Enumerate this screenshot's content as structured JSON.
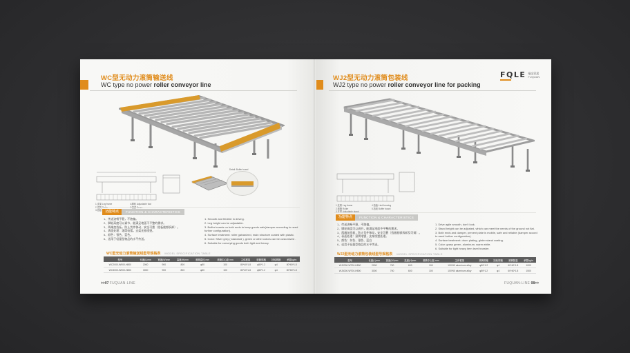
{
  "left": {
    "title_cn": "WC型无动力滚筒输送线",
    "title_en_plain": "WC type no power ",
    "title_en_bold": "roller conveyor line",
    "section_cn": "功能特点",
    "section_en": "FUNCTION & CHARACTERISTICS",
    "features_cn": [
      "1、传送流畅平稳，不跑偏。",
      "2、脚轮高度可以调节，能满足地面不平整的需求。",
      "3、两端加挡板，防止货件移动，安全可靠（挡板能够拆卸）。",
      "4、表面处理：滚筒电镀，支架无铁喷塑。",
      "5、颜色：银色、蓝色。",
      "6、适用于轻量型物品的水平传送。"
    ],
    "features_en": [
      "1. Smooth and flexible in driving.",
      "2. Leg height can be adjustable.",
      "3. Buffer boards on both ends to keep goods safe(damper according to need",
      "   further configuration).",
      "4. Surface treatment: roller galvanized, main structure coated with plastic.",
      "5. Color: Silver grey ( standard ), green or other colors can be customized .",
      "6. Suitable for conveying goods both light and heavy."
    ],
    "table_title_cn": "WC型无动力滚筒输送线型号规格表",
    "table_title_en": "MODEL SPECIFICATION TABLE",
    "table_headers": [
      "型号",
      "长度(L)mm",
      "宽度(W)mm",
      "高度(H)mm",
      "滚筒直径 mm",
      "滚筒中心距 mm",
      "主体框架",
      "滚筒规格",
      "挡轮规格",
      "承载kg/m"
    ],
    "table_rows": [
      [
        "WC2000-W900-H800",
        "2000",
        "900",
        "800",
        "φ50",
        "100",
        "80*40*1.8",
        "φ50*1.2",
        "φ4",
        "80*60*1.8"
      ],
      [
        "WC3000-W900-H800",
        "3000",
        "900",
        "800",
        "φ50",
        "100",
        "80*40*1.8",
        "φ50*1.2",
        "φ4",
        "80*60*1.8"
      ]
    ],
    "folio_num": ">>07",
    "folio_brand": "FUQUAN-LINE",
    "legend": [
      "1.支架 Leg frame",
      "2.滚筒 Roller",
      "3.挡板 Buffer board"
    ],
    "legend2": [
      "4.脚轮 Adjustable foot",
      "5.横梁 Beam"
    ],
    "detail_label": "Detail: Buffer board"
  },
  "right": {
    "title_cn": "WJ2型无动力滚筒包装线",
    "title_en_plain": "WJ2 type no power ",
    "title_en_bold": "roller conveyor line for packing",
    "logo_mark": "FQLE",
    "logo_sub_cn": "福全家居",
    "logo_sub_en": "FUQUAN",
    "section_cn": "功能特点",
    "section_en": "FUNCTION & CHARACTERISTICS",
    "features_cn": [
      "1、传送流畅平稳，不跑偏。",
      "2、脚轮高度可以调节，能满足地面不平整的需求。",
      "3、两端加挡板，防止货件移动，安全可靠（挡板能够拆卸及可调）。",
      "4、表面处理：滚筒电镀，支架喷塑处理。",
      "5、颜色：灰色、银色、蓝白",
      "6、适用于轻量型物品的水平传送。"
    ],
    "features_en": [
      "1. Drive agile smooth, don't look.",
      "2. Stand height can be adjusted, which can meet the needs of the ground not flat.",
      "3. Both ends and damper, prevent plate is mobile, safe and reliable (damper according",
      "   to need further configuration).",
      "4. Surface treatment: drum plating, girder stand coating.",
      "5. Color: grass green, aluminum, warm white.",
      "6. Suitable for light heavy item level transfer."
    ],
    "table_title_cn": "WJ2型无动力滚筒包装线型号规格表",
    "table_title_en": "MODEL SPECIFICATION TABLE",
    "table_headers": [
      "型号",
      "长度(L)mm",
      "宽度(W)mm",
      "高度(H)mm",
      "滚筒中心距 mm",
      "主体框架",
      "滚筒规格",
      "挡轮规格",
      "滚筒数量",
      "承载kg/m"
    ],
    "table_rows": [
      [
        "WJ2000-W700-H800",
        "2000",
        "700",
        "600",
        "100",
        "100*60 aluminum alloy",
        "φ50*1.2",
        "φ4",
        "60*40*1.8",
        "1000"
      ],
      [
        "WJ3000-W700-H800",
        "3000",
        "700",
        "600",
        "100",
        "100*60 aluminum alloy",
        "φ50*1.2",
        "φ4",
        "60*40*1.8",
        "1500"
      ]
    ],
    "folio_num": "08>>",
    "folio_brand": "FUQUAN-LINE",
    "legend": [
      "1.支架 Leg frame",
      "2.滚筒 Roller",
      "3.支撑 Adjustable stand"
    ],
    "legend2": [
      "4.挡板 Limit bearing",
      "5.挡轮 Buffer board"
    ]
  },
  "colors": {
    "accent": "#e08c1c",
    "header": "#5d5d5d",
    "background": "#2e2e30"
  }
}
